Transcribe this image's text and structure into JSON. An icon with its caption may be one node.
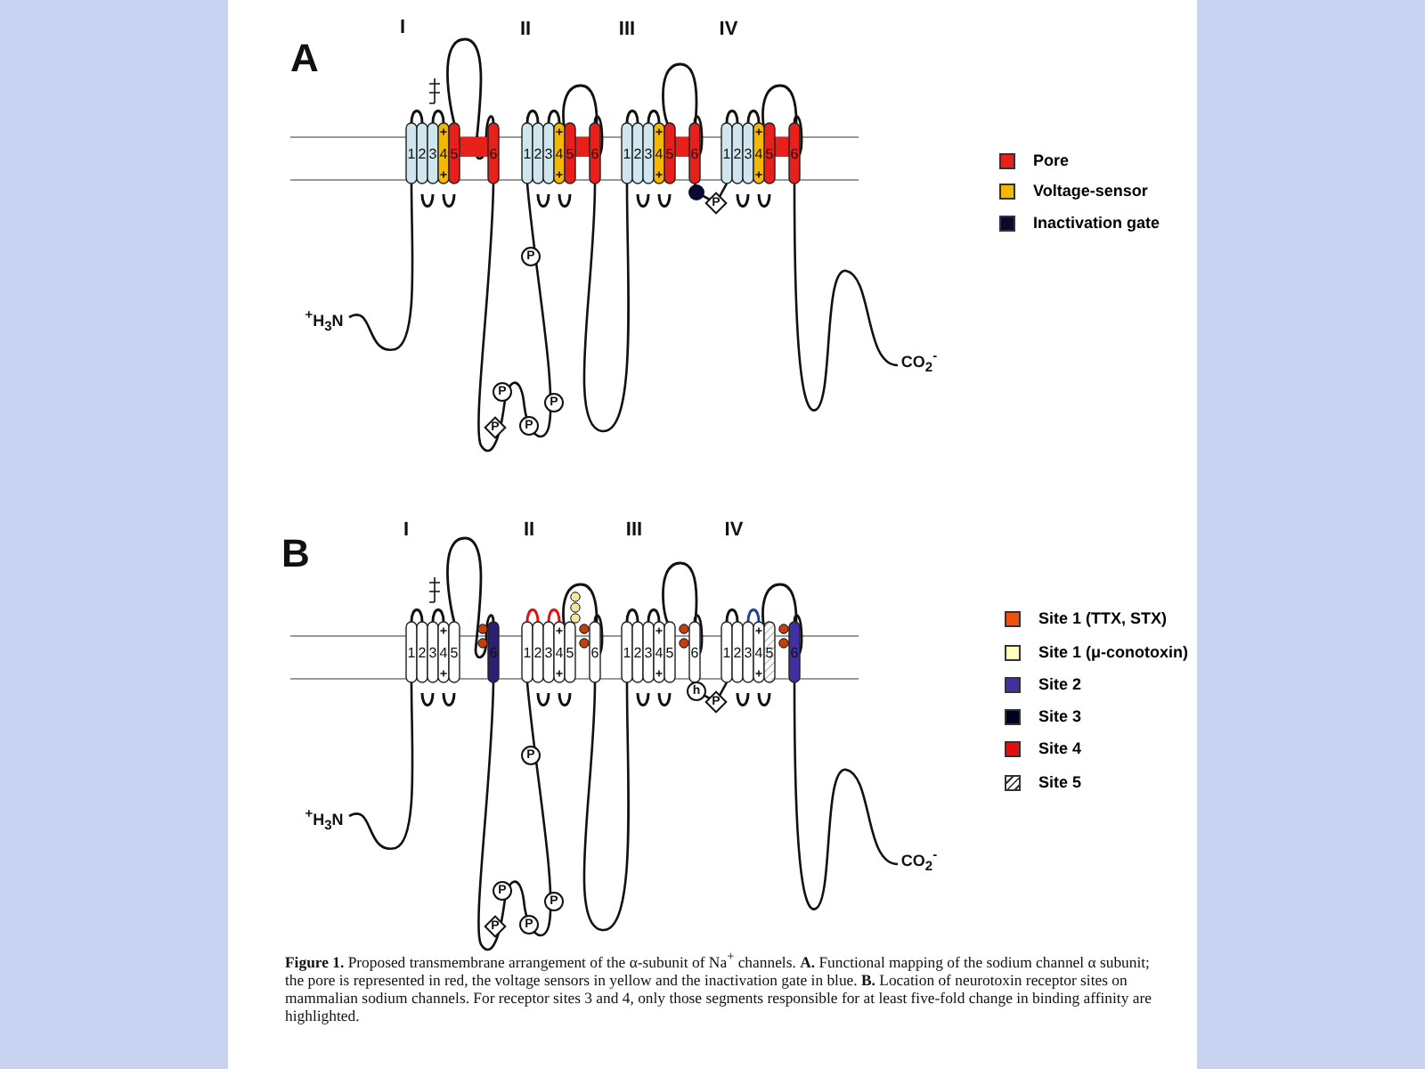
{
  "diagram": {
    "caption": "**Figure 1.** Proposed transmembrane arrangement of the α-subunit of Na$^{+}$ channels. **A.** Functional mapping of the sodium channel α subunit; the pore is represented in red, the voltage sensors in yellow and the inactivation gate in blue. **B.** Location of neurotoxin receptor sites on mammalian sodium channels. For receptor sites 3 and 4, only those segments responsible for at least five-fold change in binding affinity are highlighted.",
    "labels": [
      "A",
      "I",
      "II",
      "III",
      "IV",
      "1",
      "2",
      "3",
      "4",
      "5",
      "6",
      "1",
      "2",
      "3",
      "4",
      "5",
      "6",
      "1",
      "2",
      "3",
      "4",
      "5",
      "6",
      "1",
      "2",
      "3",
      "4",
      "5",
      "6",
      "$^{+}$H$_{3}$N",
      "CO$_{2}$$^{-}$",
      "P",
      "P",
      "P",
      "P",
      "P",
      "P",
      "B",
      "I",
      "II",
      "III",
      "IV",
      "1",
      "2",
      "3",
      "4",
      "5",
      "6",
      "1",
      "2",
      "3",
      "4",
      "5",
      "6",
      "1",
      "2",
      "3",
      "4",
      "5",
      "6",
      "1",
      "2",
      "3",
      "4",
      "5",
      "6",
      "$^{+}$H$_{3}$N",
      "CO$_{2}$$^{-}$",
      "h",
      "P",
      "P",
      "P",
      "P",
      "P",
      "P"
    ],
    "legend": [
      {
        "text": "Pore",
        "color": "#e8201c"
      },
      {
        "text": "Voltage-sensor",
        "color": "#f5b800"
      },
      {
        "text": "Inactivation gate",
        "color": "#0a0a30"
      },
      {
        "text": "Site 1 (TTX, STX)",
        "color": "#f05010"
      },
      {
        "text": "Site 1 (μ-conotoxin)",
        "color": "#ffffc0"
      },
      {
        "text": "Site 2",
        "color": "#4030a0"
      },
      {
        "text": "Site 3",
        "color": "#000020"
      },
      {
        "text": "Site 4",
        "color": "#e01010"
      },
      {
        "text": "Site 5"
      }
    ]
  }
}
